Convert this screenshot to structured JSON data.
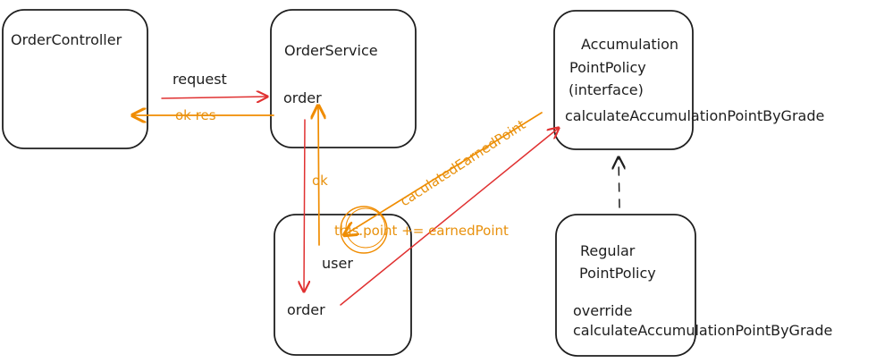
{
  "boxes": {
    "order_controller": {
      "title": "OrderController"
    },
    "order_service": {
      "title": "OrderService",
      "method": "order"
    },
    "accumulation_policy": {
      "line1": "Accumulation",
      "line2": "PointPolicy",
      "line3": "(interface)",
      "method": "calculateAccumulationPointByGrade"
    },
    "user_box": {
      "user_label": "user",
      "order_label": "order"
    },
    "regular_policy": {
      "line1": "Regular",
      "line2": "PointPolicy",
      "override": "override",
      "method": "calculateAccumulationPointByGrade"
    }
  },
  "arrows": {
    "request": "request",
    "ok_res": "ok res",
    "ok": "ok",
    "calculated": "caculatedEarnedPoint",
    "assign": "this.point += earnedPoint"
  },
  "colors": {
    "outline": "#1e1e1e",
    "red_arrow": "#e03131",
    "orange_arrow": "#f08c00",
    "orange_text": "#e8910d"
  }
}
